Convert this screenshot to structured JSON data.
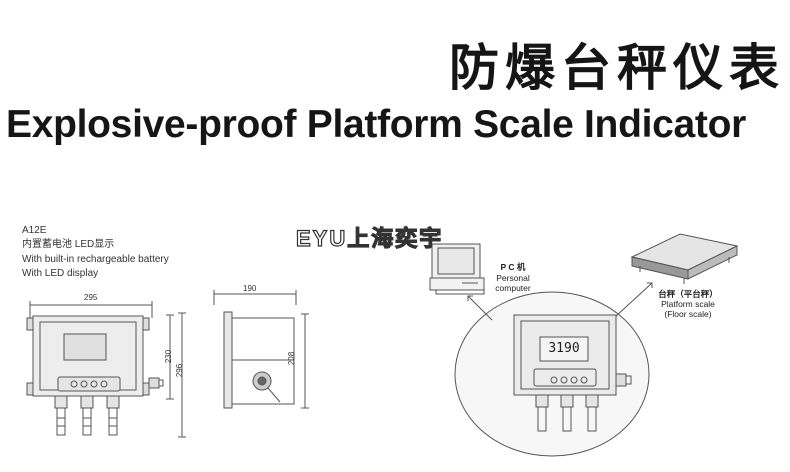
{
  "title_cn": "防爆台秤仪表",
  "title_en": "Explosive-proof Platform Scale Indicator",
  "spec": {
    "model": "A12E",
    "line_cn": "内置蓄电池  LED显示",
    "line_en1": "With built-in rechargeable battery",
    "line_en2": "With LED display"
  },
  "watermark": "EYU上海奕宇",
  "dimensions": {
    "width": "295",
    "height_inner": "230",
    "height_outer": "296",
    "depth": "190",
    "depth_height": "208"
  },
  "pc": {
    "label_cn": "P C 机",
    "label_en1": "Personal",
    "label_en2": "computer"
  },
  "scale": {
    "label_cn": "台秤（平台秤）",
    "label_en1": "Platform scale",
    "label_en2": "(Floor scale)"
  },
  "display_value": "3190"
}
